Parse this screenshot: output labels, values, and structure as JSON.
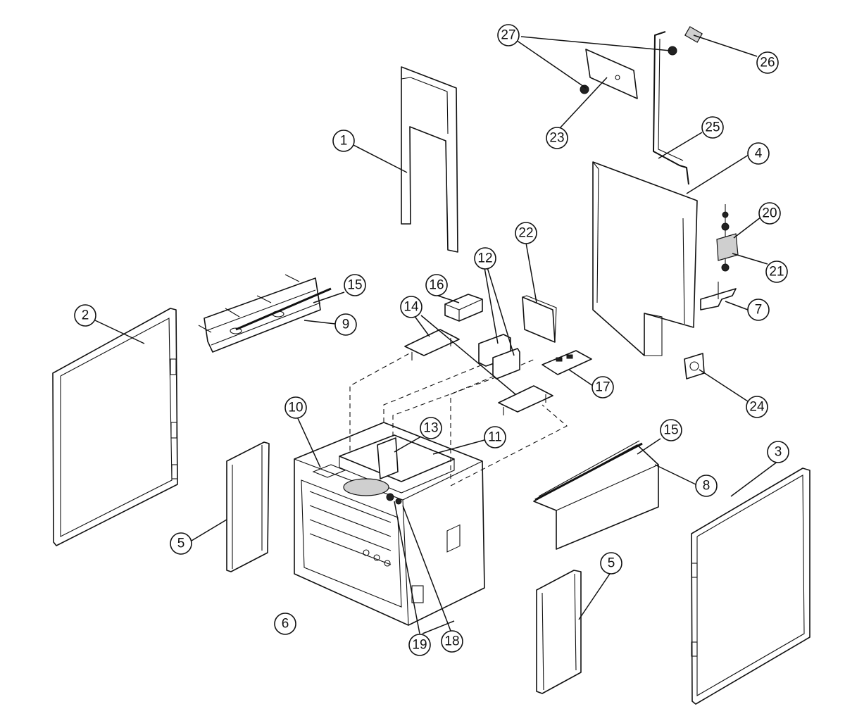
{
  "diagram": {
    "callouts": [
      {
        "id": "c1",
        "label": "1"
      },
      {
        "id": "c2",
        "label": "2"
      },
      {
        "id": "c3",
        "label": "3"
      },
      {
        "id": "c4",
        "label": "4"
      },
      {
        "id": "c5a",
        "label": "5"
      },
      {
        "id": "c5b",
        "label": "5"
      },
      {
        "id": "c6",
        "label": "6"
      },
      {
        "id": "c7",
        "label": "7"
      },
      {
        "id": "c8",
        "label": "8"
      },
      {
        "id": "c9",
        "label": "9"
      },
      {
        "id": "c10",
        "label": "10"
      },
      {
        "id": "c11",
        "label": "11"
      },
      {
        "id": "c12",
        "label": "12"
      },
      {
        "id": "c13",
        "label": "13"
      },
      {
        "id": "c14",
        "label": "14"
      },
      {
        "id": "c15a",
        "label": "15"
      },
      {
        "id": "c15b",
        "label": "15"
      },
      {
        "id": "c16",
        "label": "16"
      },
      {
        "id": "c17",
        "label": "17"
      },
      {
        "id": "c18",
        "label": "18"
      },
      {
        "id": "c19",
        "label": "19"
      },
      {
        "id": "c20",
        "label": "20"
      },
      {
        "id": "c21",
        "label": "21"
      },
      {
        "id": "c22",
        "label": "22"
      },
      {
        "id": "c23",
        "label": "23"
      },
      {
        "id": "c24",
        "label": "24"
      },
      {
        "id": "c25",
        "label": "25"
      },
      {
        "id": "c26",
        "label": "26"
      },
      {
        "id": "c27",
        "label": "27"
      }
    ]
  }
}
